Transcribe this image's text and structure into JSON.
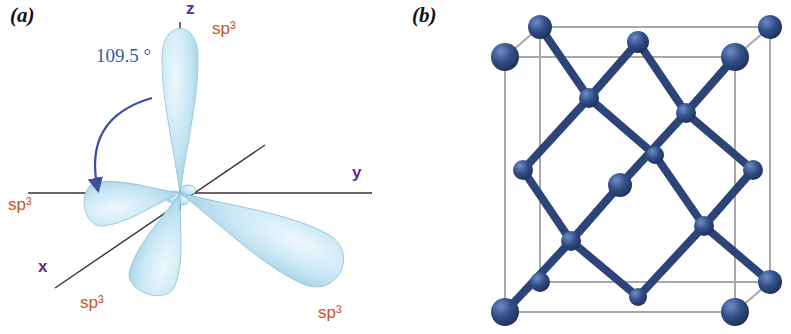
{
  "diagram": {
    "labels": [
      "(a)",
      "z",
      "sp³",
      "109.5 °",
      "y",
      "sp³",
      "x",
      "sp³",
      "sp³",
      "(b)"
    ]
  }
}
